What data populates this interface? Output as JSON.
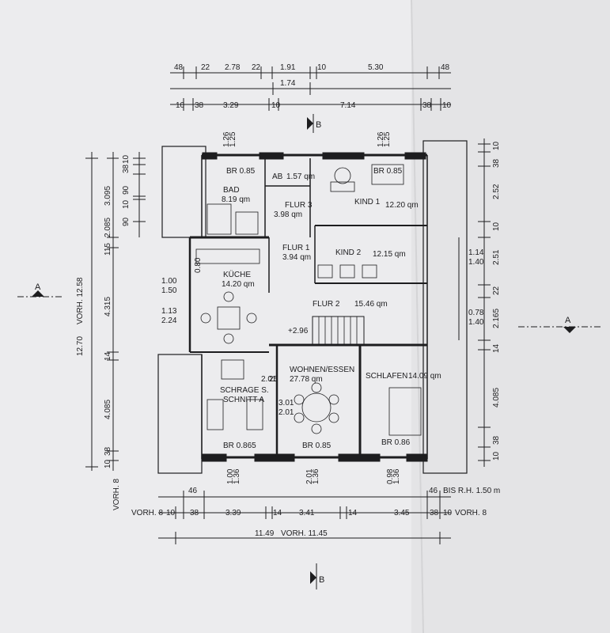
{
  "rooms": {
    "bad": {
      "name": "BAD",
      "area": "8.19 qm"
    },
    "ab": {
      "name": "AB",
      "area": "1.57 qm"
    },
    "flur3": {
      "name": "FLUR 3",
      "area": "3.98 qm"
    },
    "kind1": {
      "name": "KIND 1",
      "area": "12.20 qm"
    },
    "kuche": {
      "name": "KÜCHE",
      "area": "14.20 qm"
    },
    "flur1": {
      "name": "FLUR 1",
      "area": "3.94 qm"
    },
    "kind2": {
      "name": "KIND 2",
      "area": "12.15 qm"
    },
    "flur2": {
      "name": "FLUR 2",
      "area": "15.46 qm"
    },
    "wohnen": {
      "name": "WOHNEN/ESSEN",
      "area": "27.78 qm"
    },
    "schlafen": {
      "name": "SCHLAFEN",
      "area": "14.09 qm"
    },
    "schrage": {
      "name": "SCHRAGE S.",
      "sub": "SCHNITT A"
    }
  },
  "window_labels": {
    "bad": "BR 0.85",
    "kind1": "BR 0.85",
    "bottom_left": "BR 0.865",
    "bottom_mid": "BR 0.85",
    "bottom_right": "BR 0.86"
  },
  "section_marks": {
    "top": "B",
    "bottom": "B",
    "left": "A",
    "right": "A"
  },
  "top_dims": {
    "row1": [
      "48",
      "22",
      "2.78",
      "22",
      "1.91",
      "10",
      "5.30",
      "48"
    ],
    "row2": [
      "1.74"
    ],
    "row3": [
      "10",
      "38",
      "3.29",
      "10",
      "7.14",
      "38",
      "10"
    ]
  },
  "bottom_dims": {
    "row1": [
      "46",
      "46",
      "BIS R.H. 1.50 m"
    ],
    "row2": [
      "VORH. 8",
      "10",
      "38",
      "3.39",
      "14",
      "3.41",
      "14",
      "3.45",
      "38",
      "10",
      "VORH. 8"
    ],
    "row3": [
      "11.49",
      "VORH. 11.45"
    ]
  },
  "left_dims": {
    "outer": [
      "12.70",
      "VORH. 12.58"
    ],
    "vorh": "VORH. 8",
    "mid": [
      "3.095",
      "2.085",
      "115",
      "4.315",
      "14",
      "4.085",
      "38",
      "10"
    ],
    "inner": [
      "10",
      "38",
      "90",
      "10",
      "90"
    ]
  },
  "right_dims": {
    "col": [
      "10",
      "38",
      "2.52",
      "10",
      "2.51",
      "22",
      "2.165",
      "14",
      "4.085",
      "38",
      "10"
    ],
    "inner": [
      "1.14",
      "1.40",
      "0.78",
      "1.40"
    ]
  },
  "opening_labels": {
    "bad_window": [
      "1.26",
      "1.25"
    ],
    "kind1_window": [
      "1.26",
      "1.25"
    ],
    "kuche_door": [
      "0.80"
    ],
    "kuche_side": [
      "1.00",
      "1.50"
    ],
    "kuche_side2": [
      "1.13",
      "2.24"
    ],
    "stair_mark": "+2.96",
    "wohnen_d1": "2.01",
    "wohnen_d2": "25",
    "wohnen_d3": [
      "3.01",
      "2.01"
    ],
    "bottom_openings": [
      "1.00",
      "1.36",
      "2.01",
      "1.36",
      "0.98",
      "1.36"
    ]
  }
}
